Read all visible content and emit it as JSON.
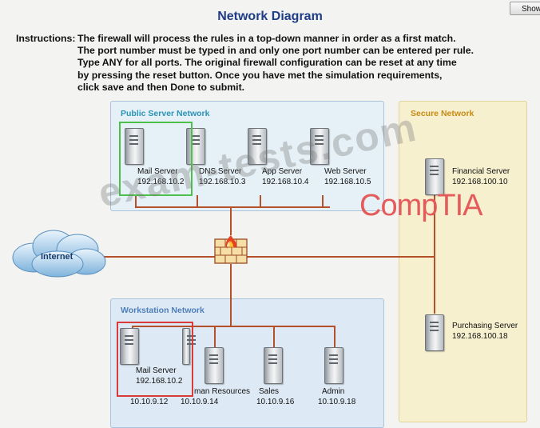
{
  "title": "Network Diagram",
  "show_button": "Show",
  "instructions": {
    "label": "Instructions:",
    "lines": [
      "The firewall will process the rules in a top-down manner in order as a first match.",
      "The port number must be typed in and only one port number can be entered per rule.",
      "Type ANY for all ports. The original firewall configuration can be reset at any time",
      "by pressing the reset button. Once you have met the simulation requirements,",
      "click save and then Done to submit."
    ]
  },
  "public_network": {
    "title": "Public Server Network",
    "servers": [
      {
        "name": "Mail Server",
        "ip": "192.168.10.2"
      },
      {
        "name": "DNS Server",
        "ip": "192.168.10.3"
      },
      {
        "name": "App Server",
        "ip": "192.168.10.4"
      },
      {
        "name": "Web Server",
        "ip": "192.168.10.5"
      }
    ]
  },
  "secure_network": {
    "title": "Secure Network",
    "servers": [
      {
        "name": "Financial Server",
        "ip": "192.168.100.10"
      },
      {
        "name": "Purchasing Server",
        "ip": "192.168.100.18"
      }
    ]
  },
  "workstation_network": {
    "title": "Workstation Network",
    "mail_server": {
      "name": "Mail Server",
      "ip": "192.168.10.2"
    },
    "hosts": [
      {
        "name": "",
        "ip": "10.10.9.12"
      },
      {
        "name": "man Resources",
        "ip": "10.10.9.14"
      },
      {
        "name": "Sales",
        "ip": "10.10.9.16"
      },
      {
        "name": "Admin",
        "ip": "10.10.9.18"
      }
    ]
  },
  "internet_label": "Internet",
  "watermark": "exam-tests.com",
  "brand": "CompTIA",
  "colors": {
    "link_line": "#b4502a",
    "public_title": "#2a93b7",
    "secure_title": "#c88a12",
    "workstation_title": "#4f7fb7",
    "selected_green": "#4cc04a",
    "selected_red": "#d93a3a"
  }
}
